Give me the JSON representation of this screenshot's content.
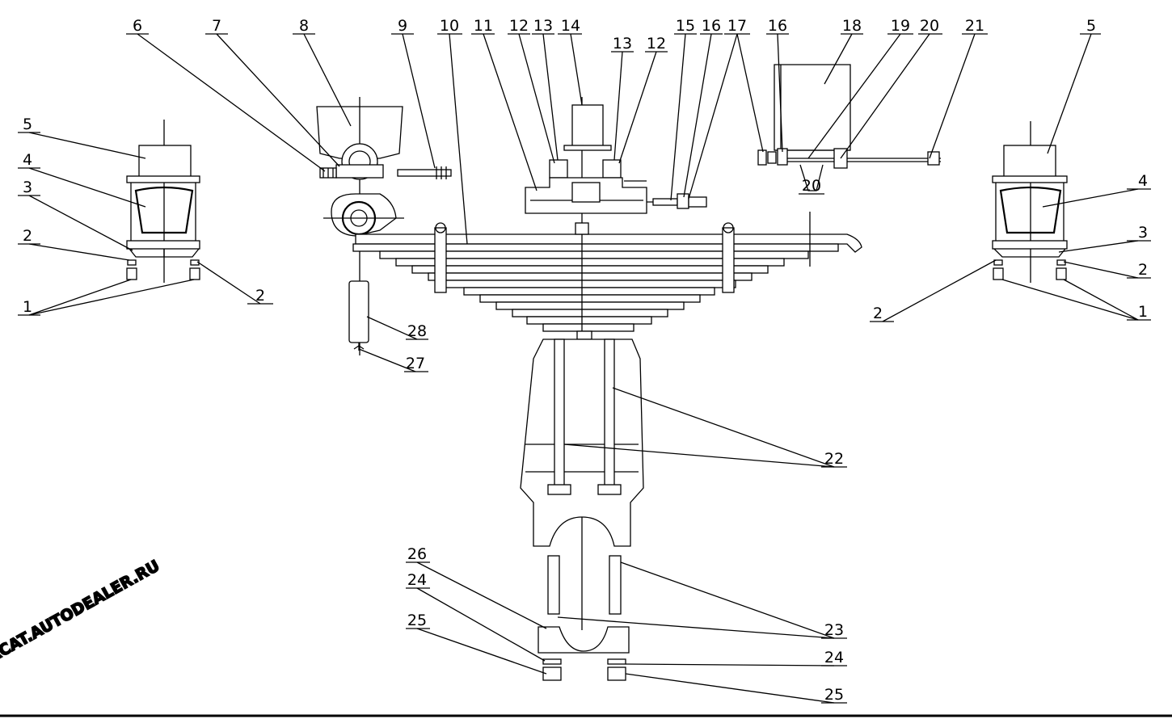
{
  "watermark": {
    "text": "ACAT.AUTODEALER.RU"
  },
  "frame_color": "#000000",
  "callouts": [
    {
      "id": "c6",
      "label": "6"
    },
    {
      "id": "c7",
      "label": "7"
    },
    {
      "id": "c8",
      "label": "8"
    },
    {
      "id": "c9",
      "label": "9"
    },
    {
      "id": "c10",
      "label": "10"
    },
    {
      "id": "c11",
      "label": "11"
    },
    {
      "id": "c12a",
      "label": "12"
    },
    {
      "id": "c13a",
      "label": "13"
    },
    {
      "id": "c14",
      "label": "14"
    },
    {
      "id": "c13b",
      "label": "13"
    },
    {
      "id": "c12b",
      "label": "12"
    },
    {
      "id": "c15",
      "label": "15"
    },
    {
      "id": "c16a",
      "label": "16"
    },
    {
      "id": "c17",
      "label": "17"
    },
    {
      "id": "c16b",
      "label": "16"
    },
    {
      "id": "c18",
      "label": "18"
    },
    {
      "id": "c19",
      "label": "19"
    },
    {
      "id": "c20a",
      "label": "20"
    },
    {
      "id": "c21",
      "label": "21"
    },
    {
      "id": "c5r",
      "label": "5"
    },
    {
      "id": "c20b",
      "label": "20"
    },
    {
      "id": "c5l",
      "label": "5"
    },
    {
      "id": "c4l",
      "label": "4"
    },
    {
      "id": "c3l",
      "label": "3"
    },
    {
      "id": "c2l",
      "label": "2"
    },
    {
      "id": "c2l2",
      "label": "2"
    },
    {
      "id": "c1l",
      "label": "1"
    },
    {
      "id": "c4r",
      "label": "4"
    },
    {
      "id": "c3r",
      "label": "3"
    },
    {
      "id": "c2r",
      "label": "2"
    },
    {
      "id": "c2r2",
      "label": "2"
    },
    {
      "id": "c1r",
      "label": "1"
    },
    {
      "id": "c28",
      "label": "28"
    },
    {
      "id": "c27",
      "label": "27"
    },
    {
      "id": "c22",
      "label": "22"
    },
    {
      "id": "c26",
      "label": "26"
    },
    {
      "id": "c24l",
      "label": "24"
    },
    {
      "id": "c25l",
      "label": "25"
    },
    {
      "id": "c23",
      "label": "23"
    },
    {
      "id": "c24r",
      "label": "24"
    },
    {
      "id": "c25r",
      "label": "25"
    }
  ]
}
